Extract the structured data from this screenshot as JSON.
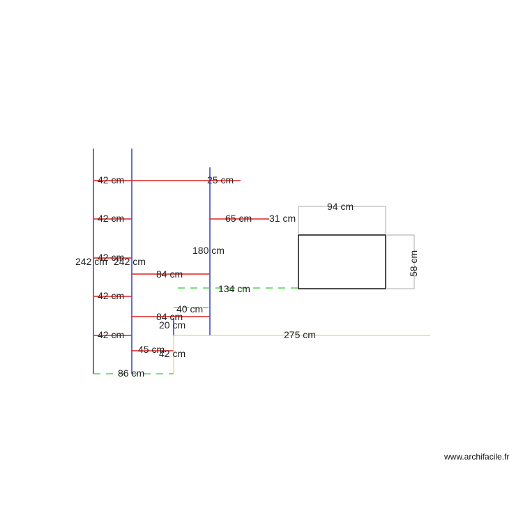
{
  "colors": {
    "wall": "#2b3fd6",
    "shelf": "#e02020",
    "dashed": "#33cc33",
    "yellow": "#f2d15c",
    "box": "#111111",
    "dimension": "#aaaaaa",
    "text": "#222222"
  },
  "labels": {
    "rung1_left": "42 cm",
    "rung2_left": "42 cm",
    "rung3_left": "42 cm",
    "rung4_left": "42 cm",
    "rung5_left": "42 cm",
    "height_left": "242 cm",
    "height_right": "242 cm",
    "top_shelf": "25 cm",
    "mid_shelf": "65 cm",
    "mid_shelf_end": "31 cm",
    "wall_height": "180 cm",
    "shelf_84_a": "84 cm",
    "shelf_84_b": "84 cm",
    "dashed_134": "134 cm",
    "small_40": "40 cm",
    "small_20": "20 cm",
    "yellow_275": "275 cm",
    "small_45": "45 cm",
    "small_42": "42 cm",
    "bottom_86": "86 cm",
    "box_width": "94 cm",
    "box_height": "58 cm"
  },
  "watermark": "www.archifacile.fr"
}
